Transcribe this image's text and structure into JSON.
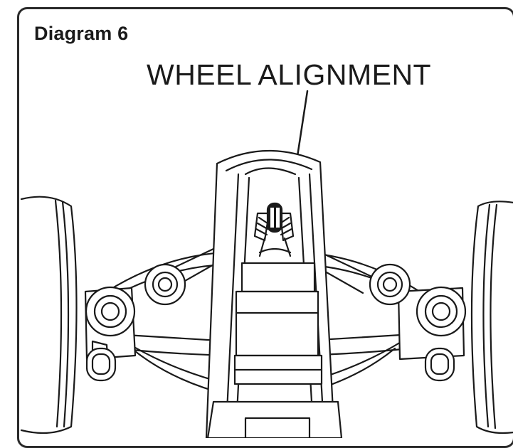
{
  "figure": {
    "label": "Diagram 6",
    "callout": "WHEEL ALIGNMENT"
  },
  "icons": {
    "vehicle": "rc-buggy-front-suspension-illustration",
    "adjuster": "alignment-adjuster-icon"
  },
  "colors": {
    "line": "#1a1a1a",
    "background": "#ffffff"
  }
}
